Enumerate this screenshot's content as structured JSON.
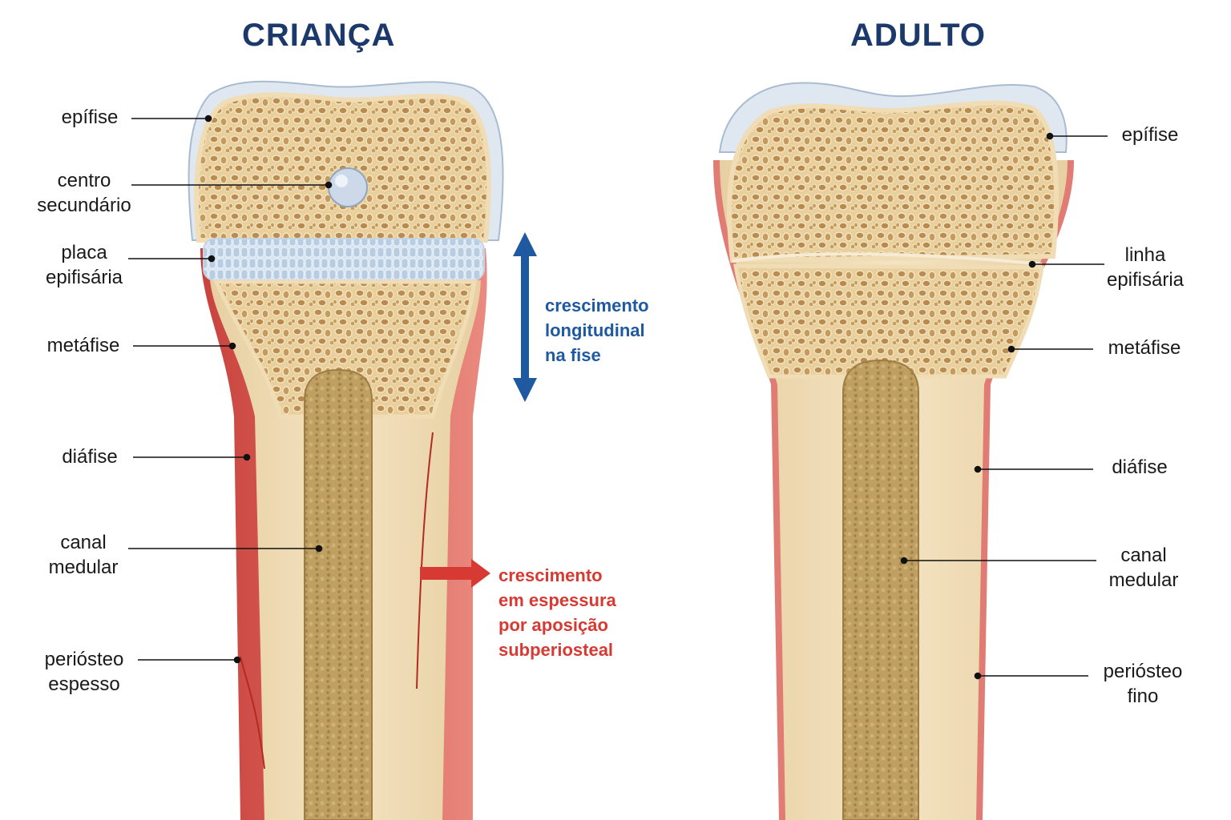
{
  "titles": {
    "child": "CRIANÇA",
    "adult": "ADULTO"
  },
  "child_labels": {
    "epiphysis": "epífise",
    "secondary_center": [
      "centro",
      "secundário"
    ],
    "growth_plate": [
      "placa",
      "epifisária"
    ],
    "metaphysis": "metáfise",
    "diaphysis": "diáfise",
    "medullary_canal": [
      "canal",
      "medular"
    ],
    "periosteum": [
      "periósteo",
      "espesso"
    ]
  },
  "adult_labels": {
    "epiphysis": "epífise",
    "epiphyseal_line": [
      "linha",
      "epifisária"
    ],
    "metaphysis": "metáfise",
    "diaphysis": "diáfise",
    "medullary_canal": [
      "canal",
      "medular"
    ],
    "periosteum": [
      "periósteo",
      "fino"
    ]
  },
  "notes": {
    "longitudinal": [
      "crescimento",
      "longitudinal",
      "na fise"
    ],
    "thickness": [
      "crescimento",
      "em espessura",
      "por aposição",
      "subperiosteal"
    ]
  },
  "colors": {
    "title": "#1b3a6b",
    "bone": "#efdcb4",
    "spongy": "#e6c48c",
    "marrow": "#b89a5a",
    "cartilage": "#c9d9ea",
    "periosteum": "#d9605a",
    "blue_arrow": "#1f5aa0",
    "red_arrow": "#d63a32"
  }
}
